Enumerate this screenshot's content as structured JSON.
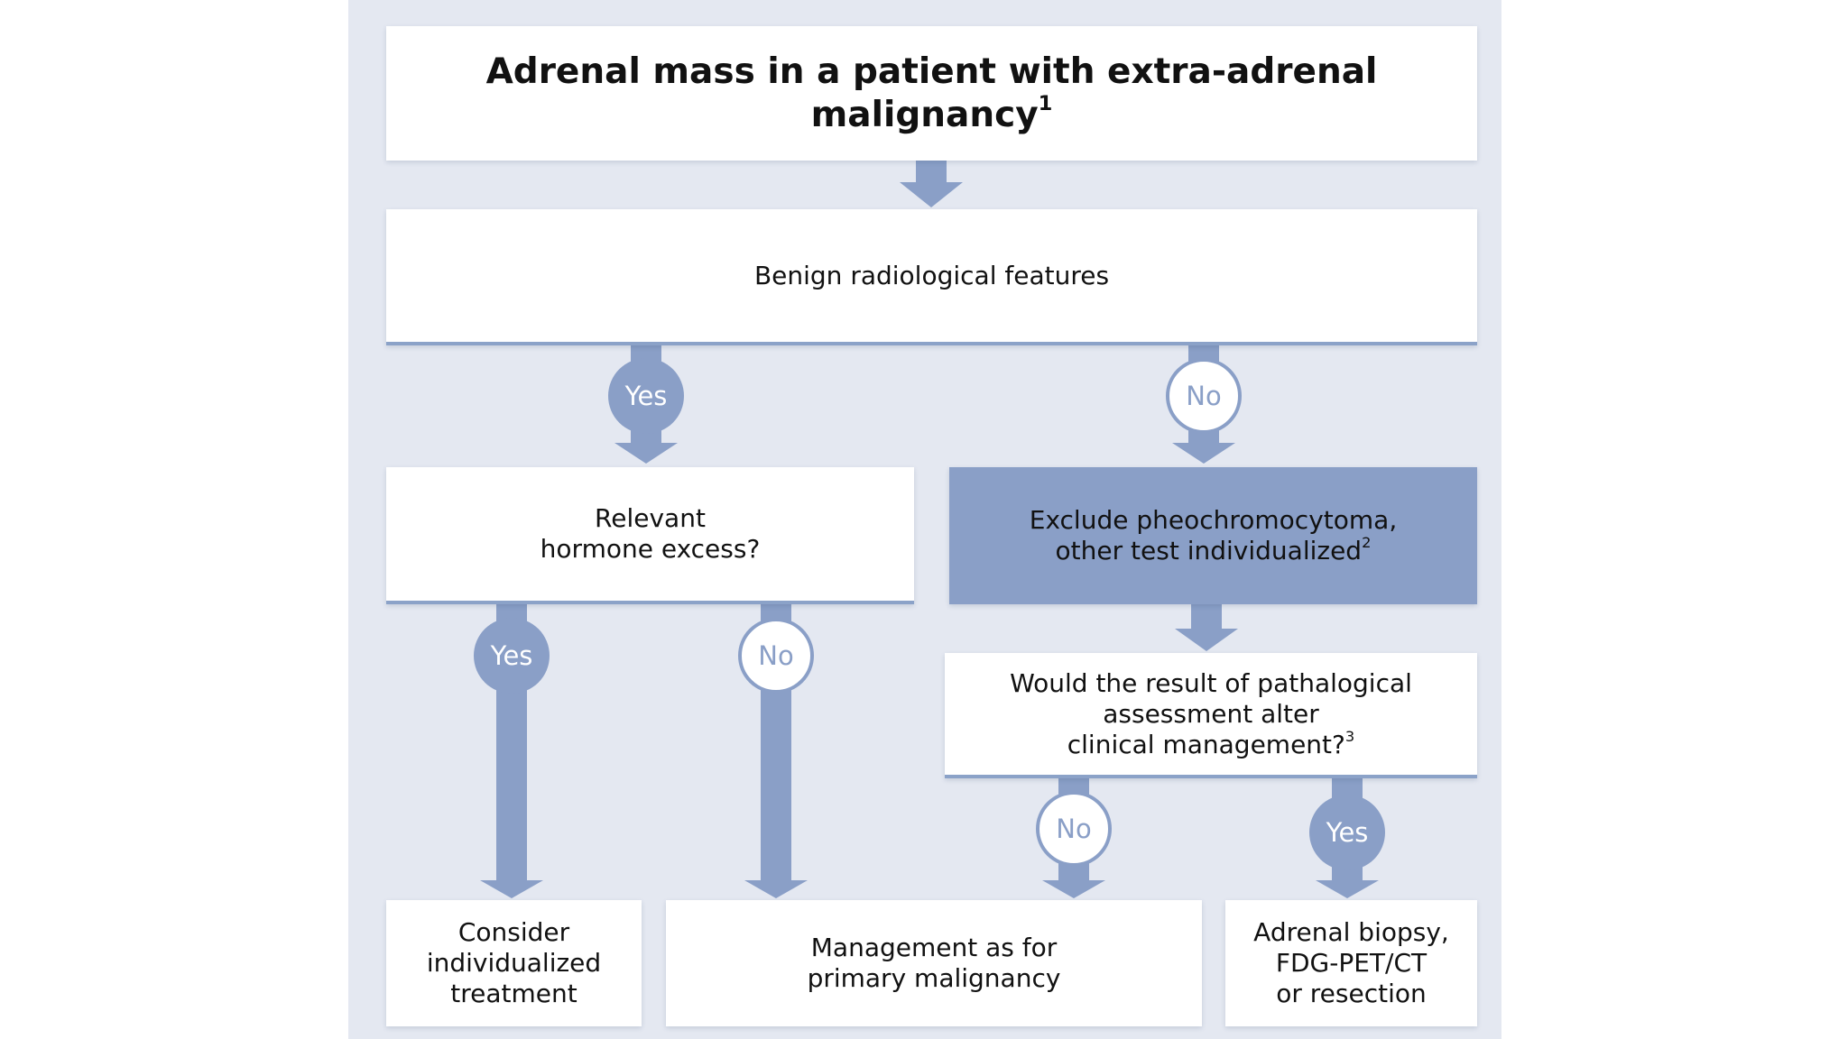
{
  "colors": {
    "panel": "#e4e8f1",
    "accent": "#8a9fc7",
    "box": "#ffffff"
  },
  "nodes": {
    "title": {
      "text": "Adrenal mass in a patient with extra-adrenal malignancy",
      "sup": "1"
    },
    "benign": {
      "text": "Benign radiological features"
    },
    "hormone": {
      "text": "Relevant\nhormone excess?"
    },
    "exclude": {
      "text": "Exclude pheochromocytoma,\nother test individualized",
      "sup": "2"
    },
    "pathology": {
      "text": "Would the result of pathalogical\nassessment alter\nclinical management?",
      "sup": "3"
    },
    "individualized": {
      "text": "Consider\nindividualized\ntreatment"
    },
    "management": {
      "text": "Management as for\nprimary malignancy"
    },
    "biopsy": {
      "text": "Adrenal biopsy,\nFDG-PET/CT\nor resection"
    }
  },
  "labels": {
    "benign_yes": "Yes",
    "benign_no": "No",
    "hormone_yes": "Yes",
    "hormone_no": "No",
    "pathology_no": "No",
    "pathology_yes": "Yes"
  }
}
